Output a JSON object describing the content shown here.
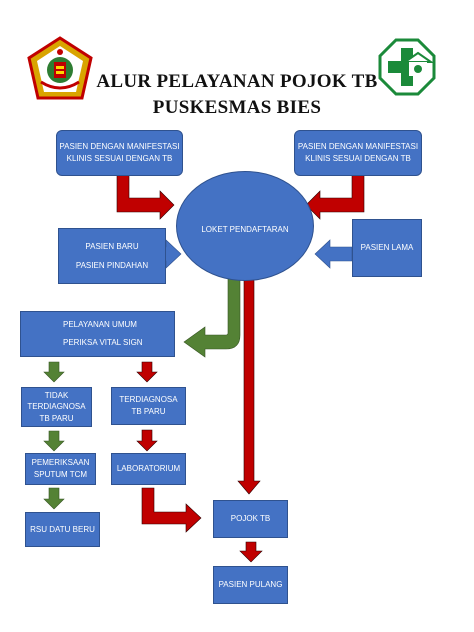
{
  "title": {
    "line1": "ALUR PELAYANAN POJOK TB",
    "line2": "PUSKESMAS BIES"
  },
  "colors": {
    "box_fill": "#4472c4",
    "box_border": "#2f528f",
    "arrow_red": "#c00000",
    "arrow_green": "#548235",
    "arrow_blue": "#4472c4"
  },
  "logos": {
    "left": "regional-government-emblem",
    "right": "puskesmas-logo-icon"
  },
  "nodes": {
    "pasien_manifestasi_left": {
      "line1": "PASIEN DENGAN MANIFESTASI",
      "line2": "KLINIS SESUAI DENGAN TB"
    },
    "pasien_manifestasi_right": {
      "line1": "PASIEN DENGAN MANIFESTASI",
      "line2": "KLINIS SESUAI DENGAN TB"
    },
    "loket": "LOKET PENDAFTARAN",
    "pasien_baru": "PASIEN BARU",
    "pasien_pindahan": "PASIEN PINDAHAN",
    "pasien_lama": "PASIEN LAMA",
    "pelayanan_umum": "PELAYANAN UMUM",
    "periksa_vital": "PERIKSA VITAL SIGN",
    "tidak_terdiagnosa": {
      "line1": "TIDAK",
      "line2": "TERDIAGNOSA",
      "line3": "TB PARU"
    },
    "terdiagnosa": {
      "line1": "TERDIAGNOSA",
      "line2": "TB PARU"
    },
    "pemeriksaan": {
      "line1": "PEMERIKSAAN",
      "line2": "SPUTUM TCM"
    },
    "laboratorium": "LABORATORIUM",
    "rsu": "RSU DATU BERU",
    "pojok_tb": "POJOK TB",
    "pasien_pulang": "PASIEN PULANG"
  }
}
